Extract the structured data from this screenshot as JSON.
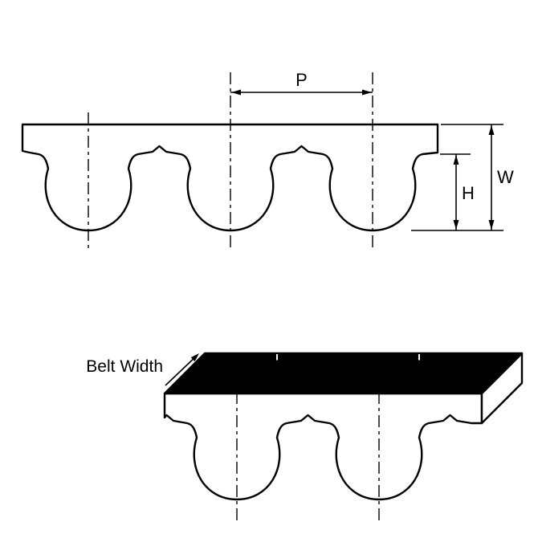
{
  "figure": {
    "labels": {
      "pitch": "P",
      "overall_width": "W",
      "tooth_height": "H",
      "belt_width": "Belt Width"
    },
    "colors": {
      "line": "#000000",
      "face_fill": "#ffffff",
      "top_surface": "#000000",
      "background": "#ffffff"
    }
  }
}
